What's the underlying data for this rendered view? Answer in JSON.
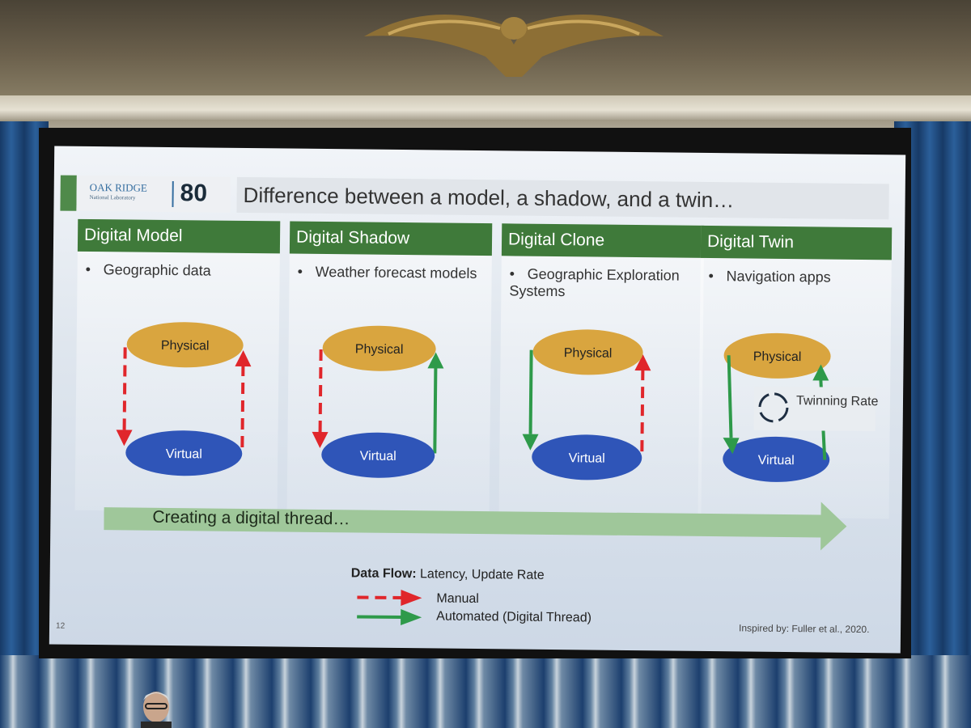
{
  "slide": {
    "logo": {
      "name": "OAK RIDGE",
      "subname": "National Laboratory",
      "anniversary": "80"
    },
    "title": "Difference between a model, a shadow, and a twin…",
    "columns": [
      {
        "heading": "Digital Model",
        "bullet": "Geographic data",
        "top": "Physical",
        "bottom": "Virtual"
      },
      {
        "heading": "Digital Shadow",
        "bullet": "Weather forecast models",
        "top": "Physical",
        "bottom": "Virtual"
      },
      {
        "heading": "Digital Clone",
        "bullet": "Geographic Exploration Systems",
        "top": "Physical",
        "bottom": "Virtual"
      },
      {
        "heading": "Digital Twin",
        "bullet": "Navigation apps",
        "top": "Physical",
        "bottom": "Virtual",
        "extra": "Twinning Rate"
      }
    ],
    "thread_label": "Creating a digital thread…",
    "legend": {
      "title_bold": "Data Flow:",
      "title_rest": " Latency, Update Rate",
      "manual": "Manual",
      "automated": "Automated (Digital Thread)"
    },
    "page_number": "12",
    "credit": "Inspired by: Fuller et al., 2020."
  },
  "colors": {
    "header_green": "#3f7a3a",
    "manual_red": "#e0262b",
    "auto_green": "#2e9a4a",
    "physical_orange": "#d9a53f",
    "virtual_blue": "#2f55b8",
    "thread_green": "#9fc79a"
  }
}
